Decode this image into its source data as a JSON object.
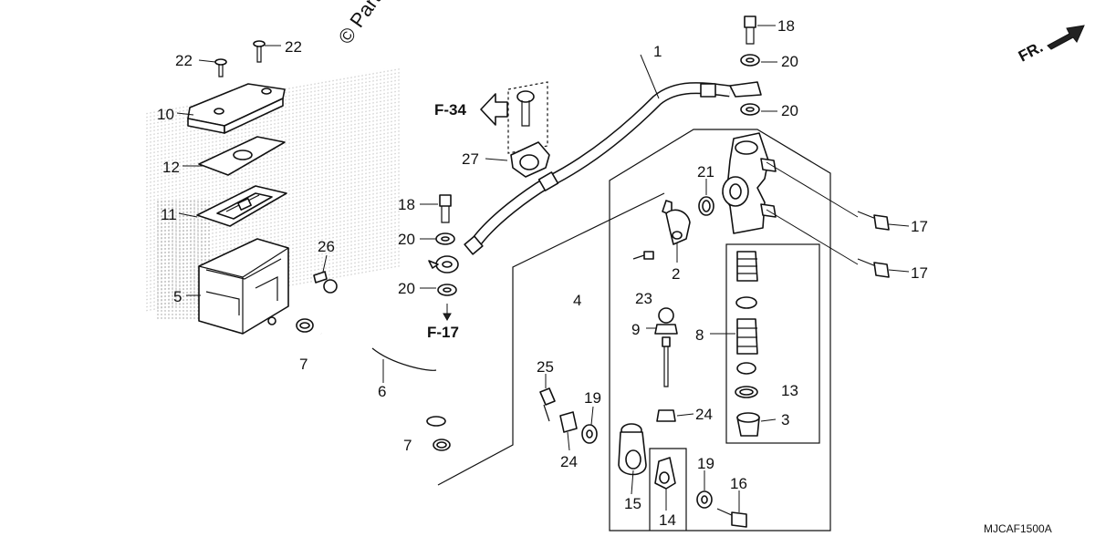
{
  "watermark": "© Partz",
  "diagram_code": "MJCAF1500A",
  "front_indicator": "FR.",
  "references": {
    "f34": "F-34",
    "f17": "F-17"
  },
  "labels": {
    "p1": "1",
    "p2": "2",
    "p3": "3",
    "p4": "4",
    "p5": "5",
    "p6": "6",
    "p7a": "7",
    "p7b": "7",
    "p8": "8",
    "p9": "9",
    "p10": "10",
    "p11": "11",
    "p12": "12",
    "p13": "13",
    "p14": "14",
    "p15": "15",
    "p16": "16",
    "p17a": "17",
    "p17b": "17",
    "p18a": "18",
    "p18b": "18",
    "p19a": "19",
    "p19b": "19",
    "p20a": "20",
    "p20b": "20",
    "p20c": "20",
    "p20d": "20",
    "p21": "21",
    "p22a": "22",
    "p22b": "22",
    "p23": "23",
    "p24a": "24",
    "p24b": "24",
    "p25": "25",
    "p26": "26",
    "p27": "27"
  }
}
